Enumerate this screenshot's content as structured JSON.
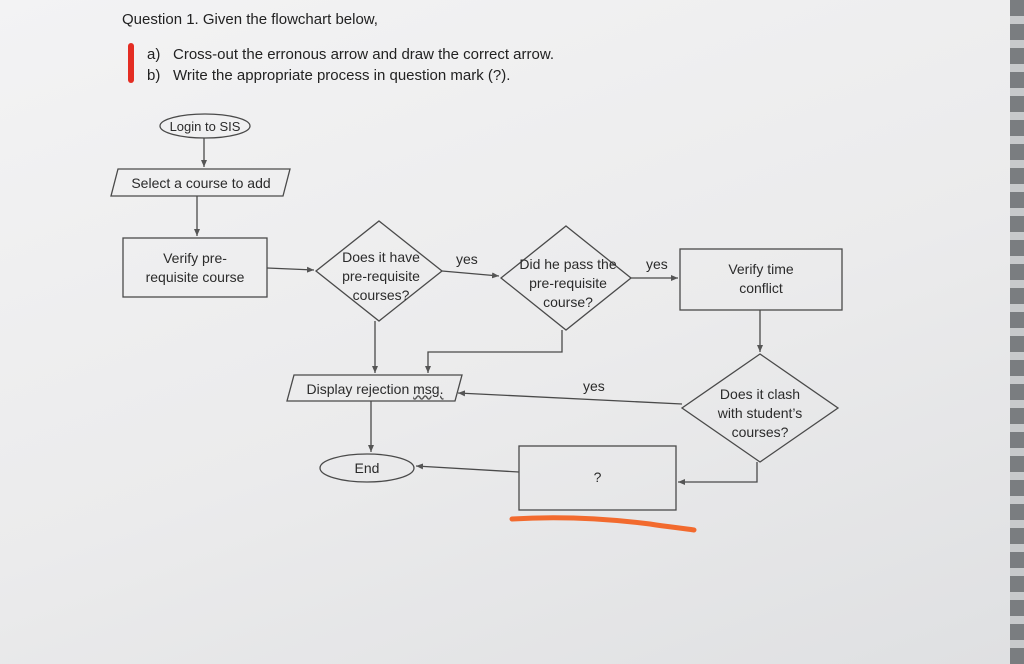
{
  "question": {
    "title": "Question 1. Given the flowchart below,",
    "items": [
      {
        "label": "a)",
        "text": "Cross-out the erronous arrow and draw the correct arrow."
      },
      {
        "label": "b)",
        "text": "Write the appropriate process in question mark (?)."
      }
    ]
  },
  "flowchart": {
    "nodes": {
      "login": "Login to SIS",
      "select_course": "Select a course to add",
      "verify_prereq_line1": "Verify pre-",
      "verify_prereq_line2": "requisite course",
      "has_prereq_line1": "Does it have",
      "has_prereq_line2": "pre-requisite",
      "has_prereq_line3": "courses?",
      "passed_line1": "Did he pass the",
      "passed_line2": "pre-requisite",
      "passed_line3": "course?",
      "verify_time_line1": "Verify time",
      "verify_time_line2": "conflict",
      "clash_line1": "Does it clash",
      "clash_line2": "with student’s",
      "clash_line3": "courses?",
      "rejection_text": "Display rejection ",
      "rejection_msg": "msg.",
      "end": "End",
      "unknown": "?"
    },
    "edge_labels": {
      "has_prereq_yes": "yes",
      "passed_yes": "yes",
      "clash_yes": "yes"
    }
  },
  "colors": {
    "ink": "#4a4a4a",
    "highlight": "#f26a2e",
    "marker": "#e42d23"
  }
}
